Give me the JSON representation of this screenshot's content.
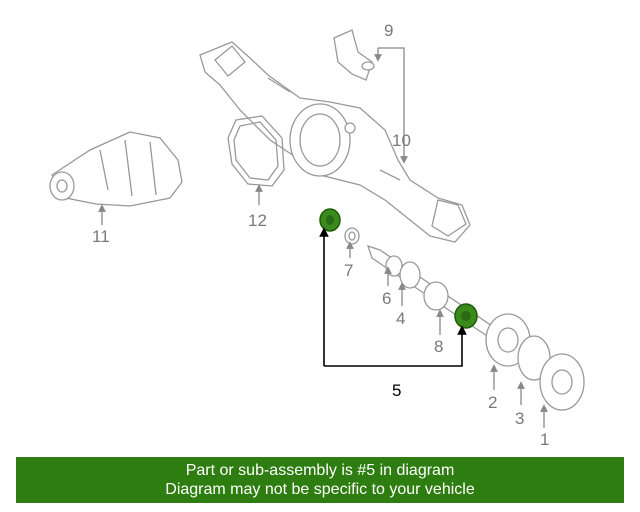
{
  "callouts": {
    "c1": "1",
    "c2": "2",
    "c3": "3",
    "c4": "4",
    "c5": "5",
    "c6": "6",
    "c7": "7",
    "c8": "8",
    "c9": "9",
    "c10": "10",
    "c11": "11",
    "c12": "12"
  },
  "highlighted_part": "5",
  "colors": {
    "highlight": "#3a8a1c",
    "banner": "#2e7d10",
    "line": "#888888"
  },
  "banner": {
    "line1": "Part or sub-assembly is #5 in diagram",
    "line2": "Diagram may not be specific to your vehicle"
  }
}
